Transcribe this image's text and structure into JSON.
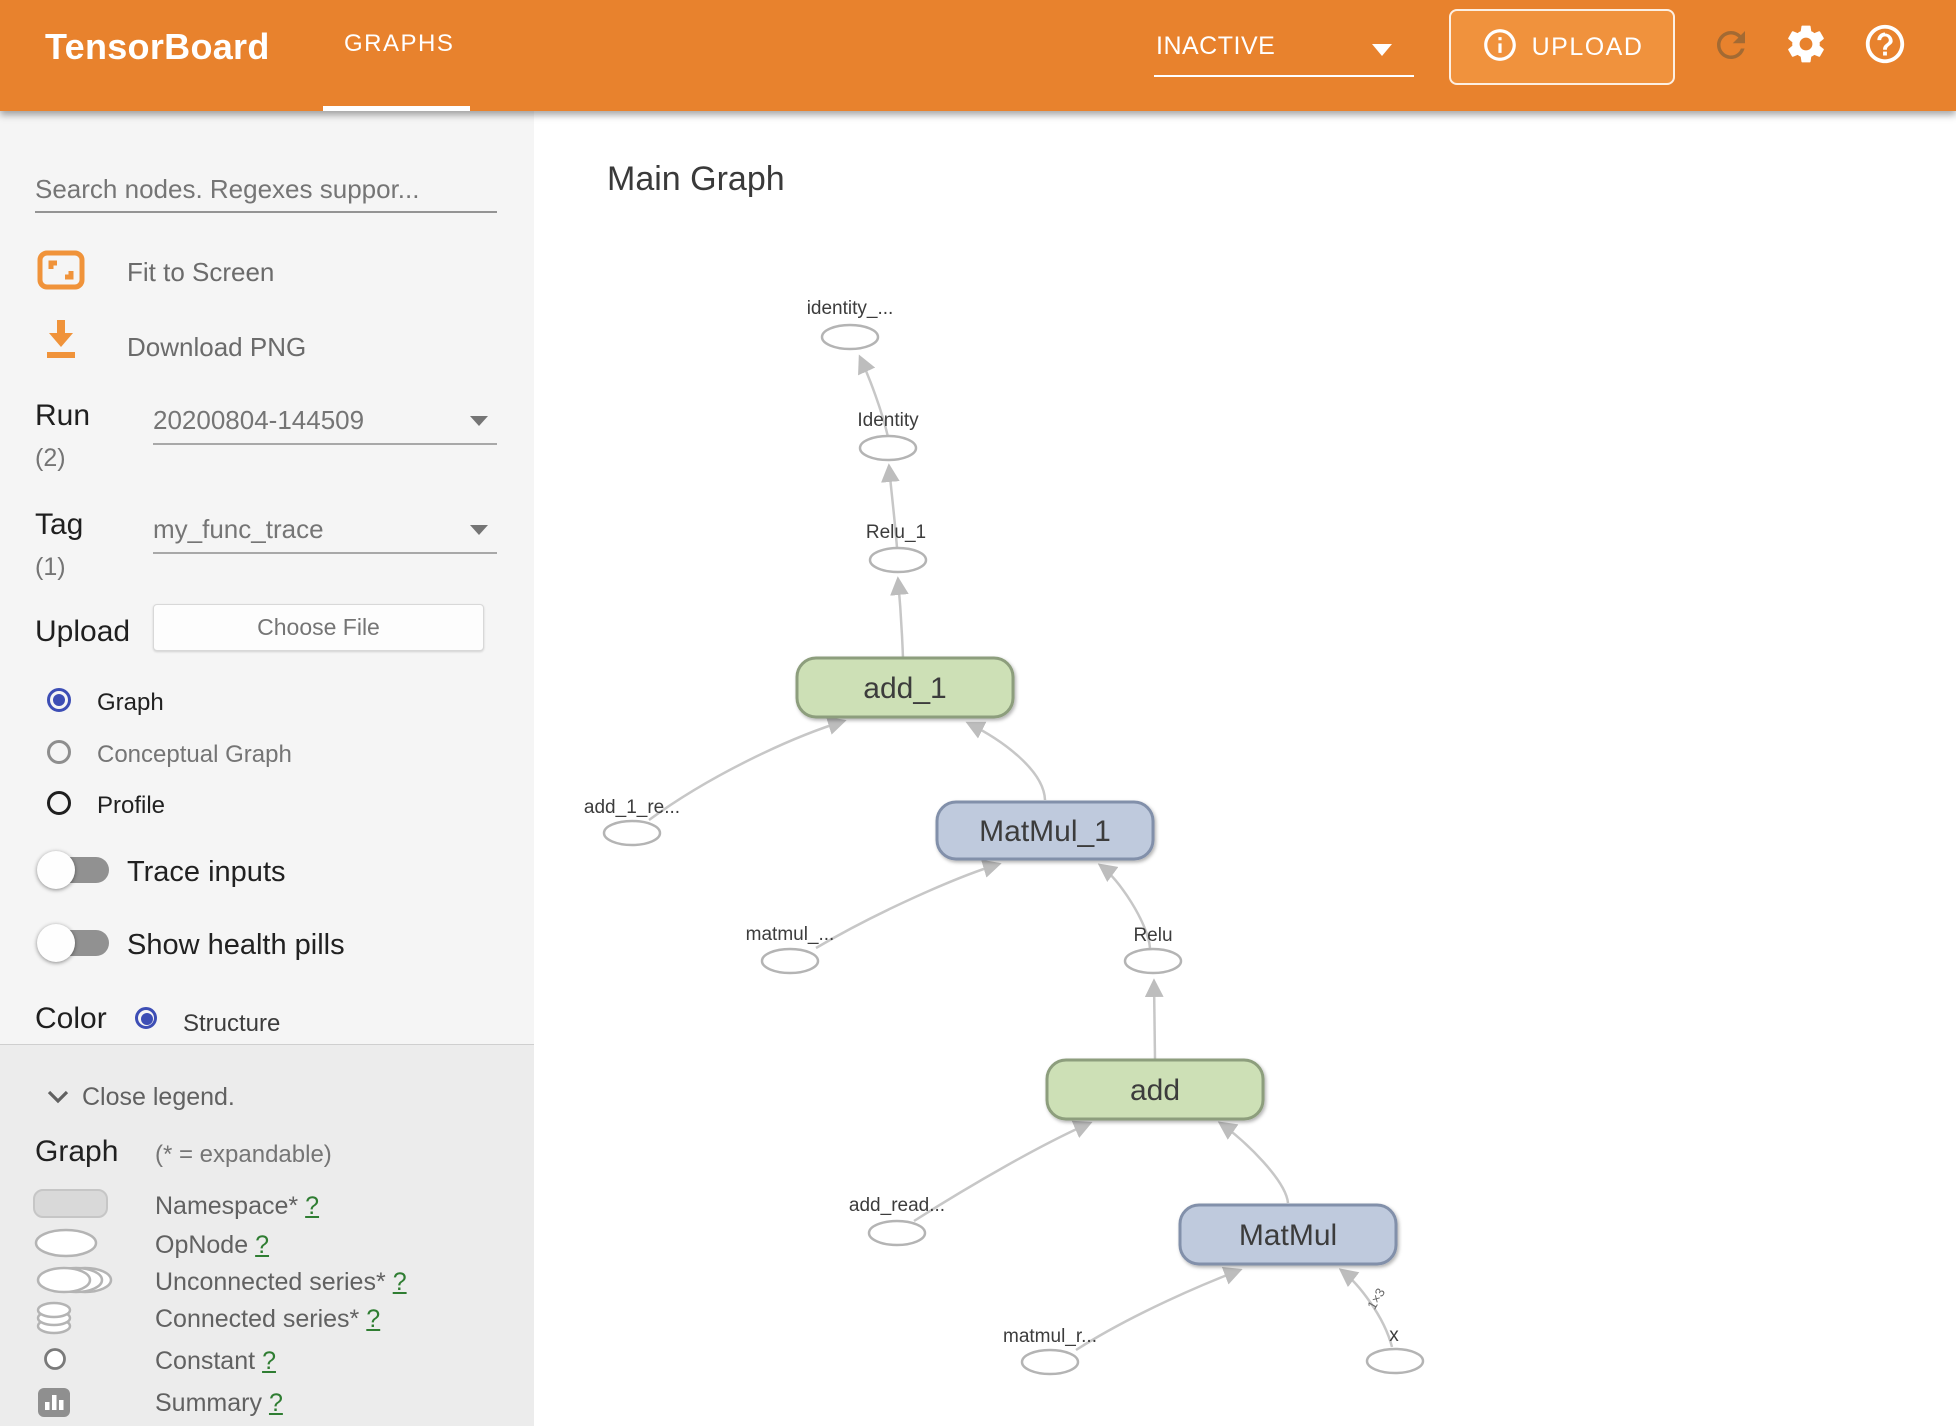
{
  "header": {
    "app_title": "TensorBoard",
    "tab_label": "GRAPHS",
    "run_status": "INACTIVE",
    "upload_button": "UPLOAD"
  },
  "sidebar": {
    "search_placeholder": "Search nodes. Regexes suppor...",
    "fit_to_screen": "Fit to Screen",
    "download_png": "Download PNG",
    "run": {
      "label": "Run",
      "count": "(2)",
      "value": "20200804-144509"
    },
    "tag": {
      "label": "Tag",
      "count": "(1)",
      "value": "my_func_trace"
    },
    "upload": {
      "label": "Upload",
      "button": "Choose File"
    },
    "graph_type_options": [
      {
        "label": "Graph",
        "selected": true
      },
      {
        "label": "Conceptual Graph",
        "selected": false
      },
      {
        "label": "Profile",
        "selected": false
      }
    ],
    "toggles": [
      {
        "label": "Trace inputs",
        "on": false
      },
      {
        "label": "Show health pills",
        "on": false
      }
    ],
    "color_by": {
      "label": "Color",
      "option": "Structure"
    },
    "legend": {
      "close_label": "Close legend.",
      "title": "Graph",
      "note": "(* = expandable)",
      "items": [
        {
          "label": "Namespace*",
          "help": "?"
        },
        {
          "label": "OpNode",
          "help": "?"
        },
        {
          "label": "Unconnected series*",
          "help": "?"
        },
        {
          "label": "Connected series*",
          "help": "?"
        },
        {
          "label": "Constant",
          "help": "?"
        },
        {
          "label": "Summary",
          "help": "?"
        }
      ]
    }
  },
  "main": {
    "title": "Main Graph",
    "graph": {
      "op_nodes": [
        {
          "label": "add_1",
          "type": "green"
        },
        {
          "label": "MatMul_1",
          "type": "blue"
        },
        {
          "label": "add",
          "type": "green"
        },
        {
          "label": "MatMul",
          "type": "blue"
        }
      ],
      "io_nodes": [
        {
          "label": "identity_..."
        },
        {
          "label": "Identity"
        },
        {
          "label": "Relu_1"
        },
        {
          "label": "add_1_re..."
        },
        {
          "label": "matmul_..."
        },
        {
          "label": "Relu"
        },
        {
          "label": "add_read..."
        },
        {
          "label": "matmul_r..."
        },
        {
          "label": "x"
        }
      ],
      "edge_label": "1×3"
    }
  },
  "colors": {
    "header_bg": "#e8822d",
    "upload_btn_bg": "#f0923d",
    "accent_orange": "#f0933a",
    "refresh_icon": "#a36a33",
    "radio_selected": "#3d4eb5",
    "sidebar_bg": "#f5f5f5",
    "legend_bg": "#ececec",
    "node_green_fill": "#cde0b6",
    "node_green_stroke": "#8d9e7d",
    "node_blue_fill": "#bfcadd",
    "node_blue_stroke": "#8290aa",
    "edge": "#c7c7c7",
    "help_link_green": "#2f7d32"
  }
}
